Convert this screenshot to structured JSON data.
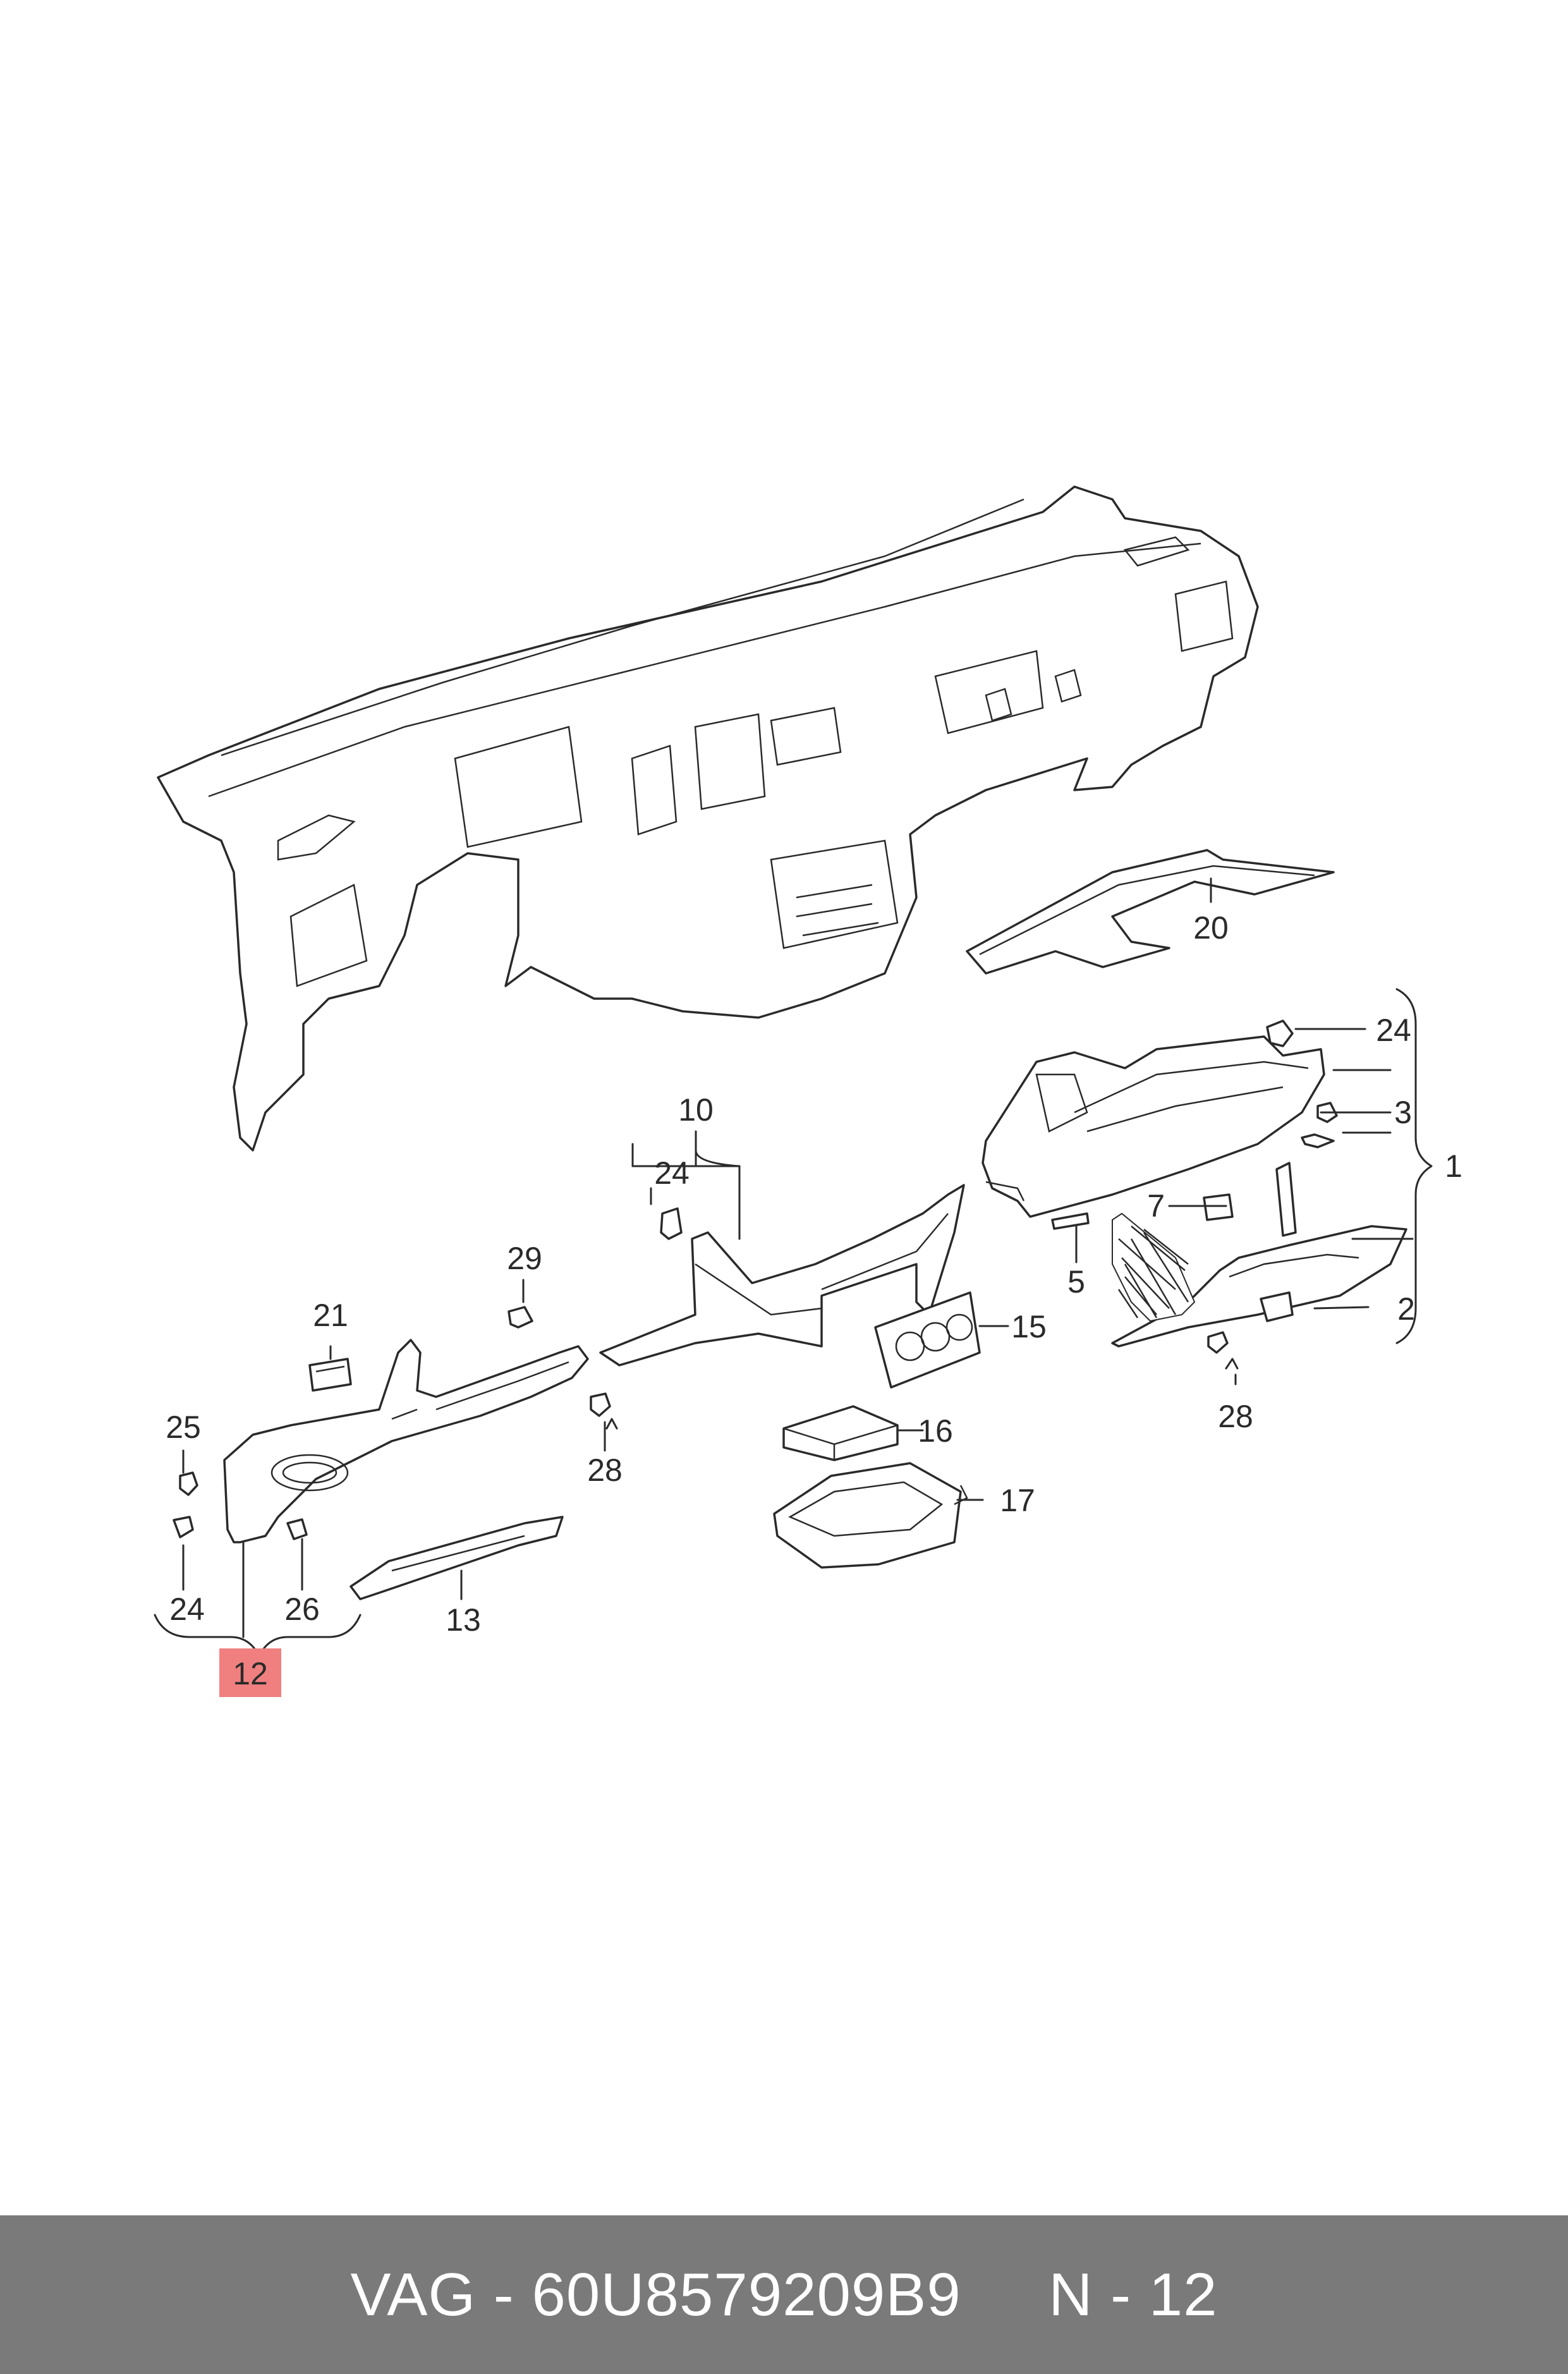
{
  "diagram": {
    "callouts": {
      "c1": "1",
      "c2": "2",
      "c3": "3",
      "c5": "5",
      "c7": "7",
      "c10": "10",
      "c12": "12",
      "c13": "13",
      "c15": "15",
      "c16": "16",
      "c17": "17",
      "c20": "20",
      "c21": "21",
      "c24_right": "24",
      "c24_center": "24",
      "c24_left": "24",
      "c25": "25",
      "c26": "26",
      "c28_left": "28",
      "c28_right": "28",
      "c29": "29"
    },
    "highlighted_callout": "12",
    "highlight_color": "#f08080",
    "line_color": "#2a2a2a"
  },
  "footer": {
    "text": "VAG - 60U8579209B9     N - 12",
    "background_color": "#7a7a7a",
    "text_color": "#ffffff"
  }
}
